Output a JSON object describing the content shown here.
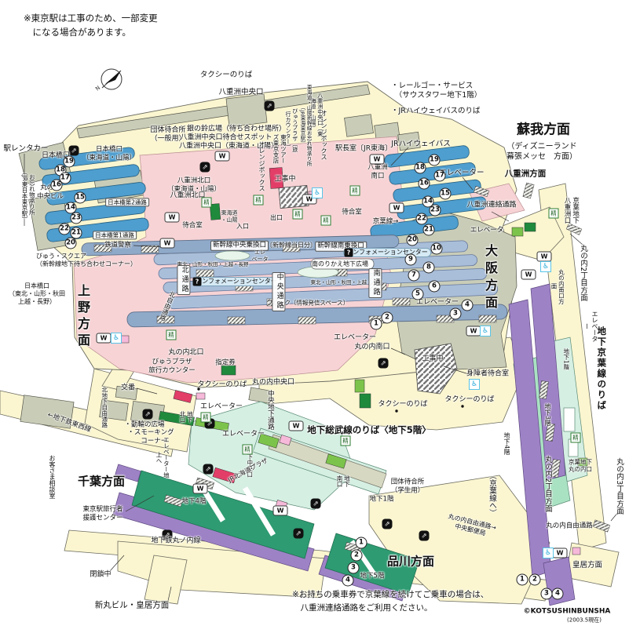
{
  "notes": {
    "construction": "※東京駅は工事のため、一部変更\n　になる場合があります。",
    "keiyo_transfer": "※お持ちの乗車券で京葉線を続けてご乗車の場合は、\n　八重洲連絡通路をご利用ください。",
    "copyright": "©KOTSUSHINBUNSHA",
    "copyright_sub": "(2003.5現在)"
  },
  "directions": {
    "ueno": "上野方面",
    "osaka": "大阪方面",
    "soga": "蘇我方面",
    "soga_sub": "（ディズニーランド\n幕張メッセ　方面）",
    "chiba": "千葉方面",
    "shinagawa": "品川方面",
    "yaesu": "八重洲方面",
    "maru2a": "丸の内2丁目方面",
    "maru2b": "丸の内2丁目方面",
    "maru3": "丸の内3丁目方面",
    "koukyo": "皇居方面",
    "shinmaru": "新丸ビル・皇居方面",
    "keiyo_to": "（京葉線へ）"
  },
  "top": {
    "taxi1": "タクシーのりば",
    "yaesu_chuo_ext": "八重洲中央口",
    "railgo": "・レールゴー・サービス\n　（サウスタワー地下1階）",
    "highway_noriba": "・JRハイウェイバスのりば",
    "highway": "JRハイウェイバス",
    "elev": "エレベーター",
    "renraku": "八重洲連絡通路",
    "keiyo_yaesu": "京葉地下八重洲口",
    "ekicho": "駅長室〔JR東海〕",
    "yaesu_minami": "八重洲\n南口"
  },
  "yaesu": {
    "dantai": "団体待合所\n（一般用）",
    "ginsuzu": "銀の鈴広場（待ち合わせ場所）",
    "machiai_spot": "八重洲中央口待合せスポット",
    "yc_gate": "八重洲中央口（東海道・山陽）",
    "v_orange1": "オレンジボックス",
    "v_orange2": "オレンジボックス",
    "v_yc": "八重洲中央口（東海道・山陽）",
    "v_wasure": "東海道・山陽新幹線お忘れ物承り所〔JR東海東京駅〕",
    "v_view": "びゅうプラザ〔旅行カウンター〕",
    "v_tours": "東海ツアーズ東京支店",
    "kita_gate": "八重洲北口\n（東海道・山陽）",
    "kita_gate2": "八重洲北口",
    "machiai_l": "待合室",
    "machiai_r": "待合室",
    "tokaido": "東海道\n・山陽",
    "in1": "入口",
    "out1": "出口",
    "keiyo_arrow": "京葉線→",
    "kouji1": "工事中"
  },
  "shinkansen": {
    "chuo_norikae": "新幹線中央乗換口",
    "tojitsu": "〔新幹線当日分〕",
    "minami_norikae": "新幹線南乗換口",
    "elev_c": "エレ\nベータ",
    "info1": "インフォメーションセンター",
    "info2": "インフォメーションセンター",
    "minami_hiroba": "南のりかえ地下広場",
    "tohoku1": "東北・山形・秋田・上越・長野",
    "tohoku2": "東北・山形・秋田・上越・長野",
    "break_sp": "ブレイク〔情報発信スペース〕",
    "c_kita": "北通路",
    "c_chuo": "中央通路",
    "c_minami": "南通路",
    "kitajiyu": "北自由通路",
    "tetsudo": "鉄道警察",
    "t2": "日本橋第2通路",
    "t1": "日本橋第1通路",
    "elev_mid": "エレベーター",
    "elev_s": "エレベーター"
  },
  "left": {
    "rentacar": "駅レンタカー",
    "v_wasuremono": "お忘れ物承り所〔JR東日本東京駅〕",
    "nihonbashi": "日本橋口",
    "nihonbashi2": "日本橋口\n（東海道・山陽）",
    "maru_bldg": "丸の内\n中央ビル",
    "view_square": "びゅう・スクエア\n（新幹線地下待ち合わせコーナー）",
    "nihonbashi3": "日本橋口\n（東北・山形・秋田\n上越・長野）"
  },
  "marunouchi": {
    "kita_gate": "丸の内北口",
    "view_plaza": "びゅうプラザ\n旅行カウンター",
    "shitei": "指定券",
    "chuo_gate": "丸の内中央口",
    "koban": "交番",
    "v_kitachika": "北地下自由通路",
    "dorin": "・動輪の広場",
    "smoking": "・スモーキング\n　コーナー",
    "v_elev_chijo": "エレベーター地上へ",
    "v_chikakita": "地下北口",
    "v_chuochika": "中央地下通路",
    "v_chikachuo": "地下中央口",
    "hokkaido": "JR北海道プラザ",
    "taxi2": "タクシーのりば",
    "taxi3": "タクシーのりば",
    "taxi4": "タクシーのりば",
    "minami_gate": "丸の内南口",
    "kouji2": "工事中",
    "shinsho": "身障者待合室",
    "elev_u1": "エレベーター",
    "elev_u2": "エレベーター"
  },
  "underground": {
    "sobu_title": "地下総武線のりば〈地下5階〉",
    "dantai2": "団体待合所\n（学生用）",
    "b1f": "地下1階",
    "v_chika_minami": "地下南口",
    "b4f": "地下4階",
    "marunouchi_line": "地下鉄丸ノ内線",
    "heisa": "閉鎖中",
    "enjo": "東京駅旅行者\n援護センター",
    "v_okyaku": "お客さま相談室",
    "tozai": "←地下鉄東西線",
    "b5f": "地下5階",
    "post": "丸の内自由通路→\n中央郵便局",
    "jiyu2": "丸の内自由通路"
  },
  "keiyo": {
    "v_title": "地下京葉線のりば",
    "v_b1": "地下1階",
    "v_b3": "地下3階",
    "v_b4": "地下4階",
    "v_minami_homen": "丸の内南口方面",
    "v_elev": "エレベーター",
    "elev2": "エレベータ",
    "maru_gate": "京葉地下\n丸の内口"
  },
  "platforms": {
    "left": [
      "19",
      "18",
      "17",
      "16",
      "15",
      "14",
      "23",
      "22",
      "21",
      "20"
    ],
    "right": [
      "19",
      "18",
      "17",
      "16",
      "15",
      "14",
      "23",
      "22",
      "21",
      "20",
      "10",
      "9",
      "8",
      "7",
      "6",
      "5",
      "4",
      "3",
      "2",
      "1"
    ],
    "sobu": [
      "1",
      "2",
      "3",
      "4"
    ],
    "keiyo": [
      "1",
      "2",
      "3",
      "4"
    ]
  },
  "icons": {
    "w": "W",
    "fare": "精",
    "wheelchair": "♿",
    "info": "?",
    "esc": "⇗"
  },
  "colors": {
    "floor": "#FBF6D0",
    "roof": "#C9CDB8",
    "concourse_pink": "#F7D3D5",
    "platform_blue": "#4E9ECF",
    "platform_lblue": "#A9BED9",
    "band_blue": "#8FA9C9",
    "mint": "#D5EFE3",
    "keiyo_green": "#A9E2C2",
    "sobu_green": "#2E9B72",
    "purple": "#9E82C6",
    "accent_green": "#7CC34B",
    "accent_red": "#E23E68",
    "accent_pink": "#F6B9D9"
  }
}
